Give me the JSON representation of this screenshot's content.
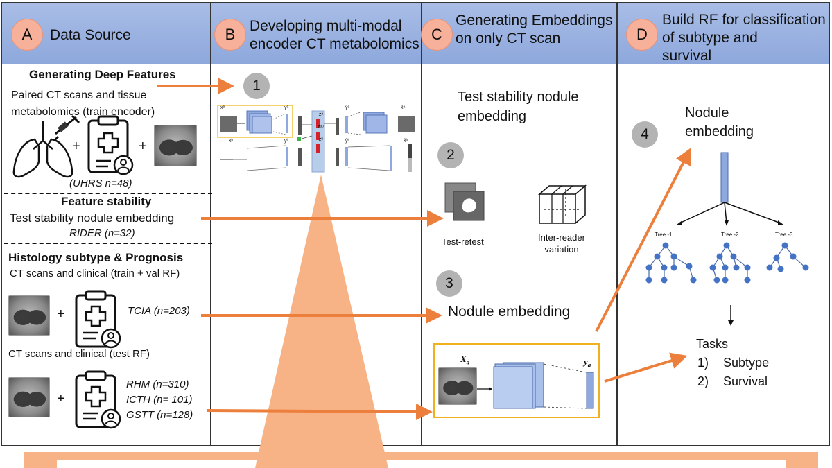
{
  "colors": {
    "header": "#98b0df",
    "badge": "#f7b09a",
    "arrow": "#ec7f3c",
    "triangle": "#f7b385",
    "box": "#f0b020",
    "node": "#4472c4"
  },
  "columns": [
    {
      "letter": "A",
      "title": "Data Source"
    },
    {
      "letter": "B",
      "title_lines": [
        "Developing multi-modal",
        "encoder CT metabolomics"
      ]
    },
    {
      "letter": "C",
      "title_lines": [
        "Generating Embeddings",
        "on only CT scan"
      ]
    },
    {
      "letter": "D",
      "title_lines": [
        "Build RF for classification",
        "of subtype and",
        "survival"
      ]
    }
  ],
  "data_source": {
    "deep_features": {
      "heading": "Generating Deep Features",
      "desc_lines": [
        "Paired CT scans and tissue",
        "metabolomics (train encoder)"
      ],
      "plus": "+",
      "cohort": "(UHRS n=48)"
    },
    "feature_stability": {
      "heading": "Feature stability",
      "desc": "Test stability nodule embedding",
      "cohort": "RIDER (n=32)"
    },
    "histology": {
      "heading": "Histology subtype & Prognosis",
      "train_desc": "CT scans and clinical (train + val RF)",
      "train_cohort": "TCIA (n=203)",
      "test_desc": "CT scans and clinical (test RF)",
      "test_cohorts": [
        "RHM (n=310)",
        "ICTH (n= 101)",
        "GSTT (n=128)"
      ]
    }
  },
  "steps": {
    "s1": "1",
    "s2": "2",
    "s3": "3",
    "s4": "4"
  },
  "encoder": {
    "in_top": "xᵃ",
    "lat_top": "yᵃ",
    "z_a": "zᵃ",
    "z_ab": "zᵃᵇ",
    "z_b": "zᵇ",
    "rec_top": "ŷᵃ",
    "out_top": "x̃ᵃ",
    "in_bot": "xᵇ",
    "lat_bot": "yᵇ",
    "rec_bot": "ŷᵇ",
    "out_bot": "x̃ᵇ"
  },
  "embedding_col": {
    "stability_title_lines": [
      "Test stability nodule",
      "embedding"
    ],
    "test_retest": "Test-retest",
    "inter_reader_lines": [
      "Inter-reader",
      "variation"
    ],
    "nodule_embedding": "Nodule embedding",
    "xa": "X",
    "xa_sub": "a",
    "ya": "y",
    "ya_sub": "a"
  },
  "rf_col": {
    "nodule_lines": [
      "Nodule",
      "embedding"
    ],
    "trees": [
      "Tree -1",
      "Tree -2",
      "Tree -3"
    ],
    "tasks_label": "Tasks",
    "task_items": [
      {
        "n": "1)",
        "label": "Subtype"
      },
      {
        "n": "2)",
        "label": "Survival"
      }
    ]
  }
}
